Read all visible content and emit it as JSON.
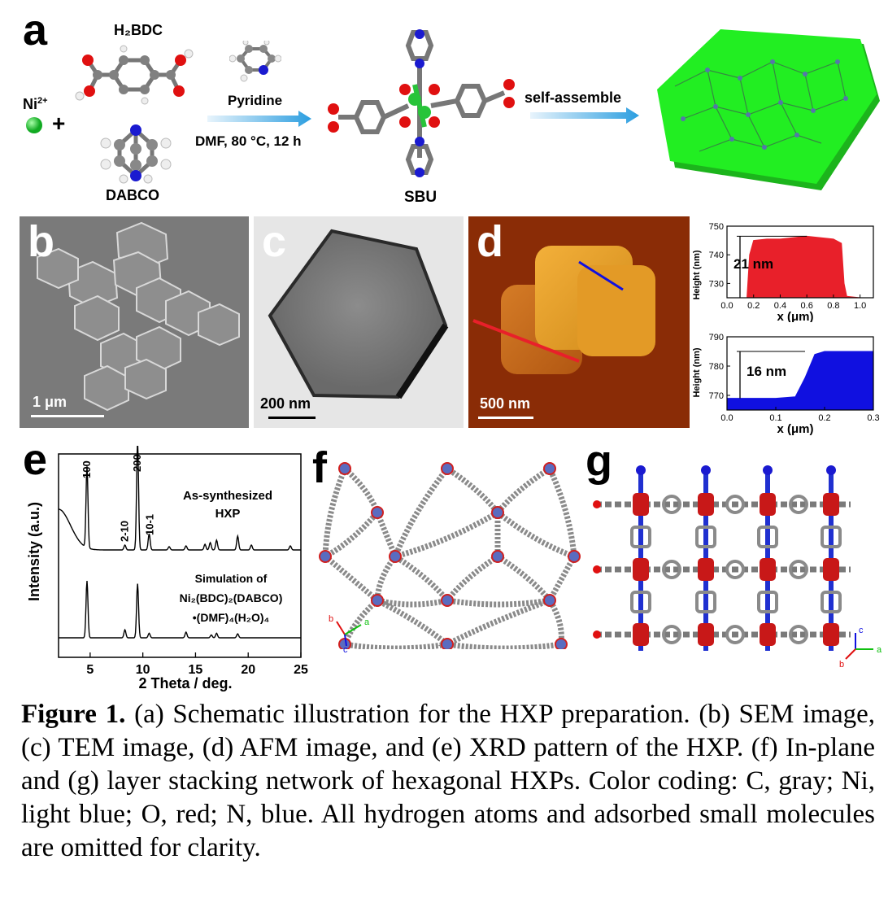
{
  "panel_a": {
    "letter": "a",
    "ni_label": "Ni",
    "ni_sup": "2+",
    "plus": "+",
    "h2bdc": "H₂BDC",
    "dabco": "DABCO",
    "pyridine": "Pyridine",
    "conditions": "DMF, 80 °C, 12 h",
    "sbu": "SBU",
    "self_assemble": "self-assemble"
  },
  "panel_b": {
    "letter": "b",
    "scale": "1 μm"
  },
  "panel_c": {
    "letter": "c",
    "scale": "200 nm"
  },
  "panel_d": {
    "letter": "d",
    "scale": "500 nm"
  },
  "panel_e": {
    "letter": "e"
  },
  "panel_f": {
    "letter": "f",
    "axes": [
      "b",
      "a",
      "c"
    ]
  },
  "panel_g": {
    "letter": "g",
    "axes": [
      "c",
      "a",
      "b"
    ]
  },
  "colors": {
    "red_profile": "#e8202a",
    "blue_profile": "#1010e0",
    "green_sheet": "#22ee22",
    "afm_bg": "#8a2c06"
  },
  "chart_data": [
    {
      "type": "area",
      "xlabel": "x (μm)",
      "ylabel": "Height (nm)",
      "xlim": [
        0.0,
        1.1
      ],
      "ylim": [
        725,
        750
      ],
      "xticks": [
        "0.0",
        "0.2",
        "0.4",
        "0.6",
        "0.8",
        "1.0"
      ],
      "yticks": [
        "730",
        "740",
        "750"
      ],
      "annotation": "21 nm",
      "x": [
        0.0,
        0.1,
        0.15,
        0.17,
        0.2,
        0.3,
        0.4,
        0.5,
        0.6,
        0.7,
        0.8,
        0.86,
        0.88,
        0.9,
        1.0,
        1.1
      ],
      "y": [
        725,
        725,
        725,
        740,
        745,
        745.5,
        745.5,
        746,
        746.5,
        746,
        745.5,
        744,
        730,
        725.5,
        725,
        725
      ]
    },
    {
      "type": "area",
      "xlabel": "x (μm)",
      "ylabel": "Height (nm)",
      "xlim": [
        0.0,
        0.3
      ],
      "ylim": [
        765,
        790
      ],
      "xticks": [
        "0.0",
        "0.1",
        "0.2",
        "0.3"
      ],
      "yticks": [
        "770",
        "780",
        "790"
      ],
      "annotation": "16 nm",
      "x": [
        0.0,
        0.05,
        0.1,
        0.14,
        0.16,
        0.18,
        0.2,
        0.25,
        0.3
      ],
      "y": [
        769,
        769,
        769,
        769.5,
        776,
        784,
        785,
        785,
        785
      ]
    },
    {
      "type": "line",
      "xlabel": "2 Theta / deg.",
      "ylabel": "Intensity (a.u.)",
      "xlim": [
        2,
        25
      ],
      "xticks": [
        "5",
        "10",
        "15",
        "20",
        "25"
      ],
      "series": [
        {
          "name": "As-synthesized HXP",
          "peaks": [
            [
              4.7,
              1.0
            ],
            [
              8.3,
              0.06
            ],
            [
              9.5,
              1.35
            ],
            [
              10.6,
              0.2
            ],
            [
              12.5,
              0.04
            ],
            [
              14.1,
              0.05
            ],
            [
              15.9,
              0.07
            ],
            [
              16.4,
              0.09
            ],
            [
              17.0,
              0.12
            ],
            [
              19.0,
              0.17
            ],
            [
              20.3,
              0.06
            ],
            [
              24.0,
              0.05
            ]
          ]
        },
        {
          "name": "Simulation of Ni2(BDC)2(DABCO)·(DMF)4(H2O)4",
          "peaks": [
            [
              4.7,
              1.0
            ],
            [
              8.3,
              0.14
            ],
            [
              9.5,
              0.95
            ],
            [
              10.6,
              0.08
            ],
            [
              14.1,
              0.1
            ],
            [
              16.5,
              0.05
            ],
            [
              17.0,
              0.08
            ],
            [
              19.0,
              0.07
            ]
          ]
        }
      ],
      "peak_labels": [
        "100",
        "2-10",
        "200",
        "10-1"
      ],
      "legend_text": [
        "As-synthesized",
        "HXP",
        "Simulation of",
        "Ni₂(BDC)₂(DABCO)",
        "•(DMF)₄(H₂O)₄"
      ]
    }
  ],
  "caption": {
    "figure_label": "Figure 1.",
    "text": " (a) Schematic illustration for the HXP preparation. (b) SEM image, (c) TEM image, (d) AFM image, and (e) XRD pattern of the HXP. (f) In-plane and (g) layer stacking network of hexagonal HXPs. Color coding: C, gray; Ni, light blue; O, red; N, blue. All hydrogen atoms and adsorbed small molecules are omitted for clarity."
  }
}
